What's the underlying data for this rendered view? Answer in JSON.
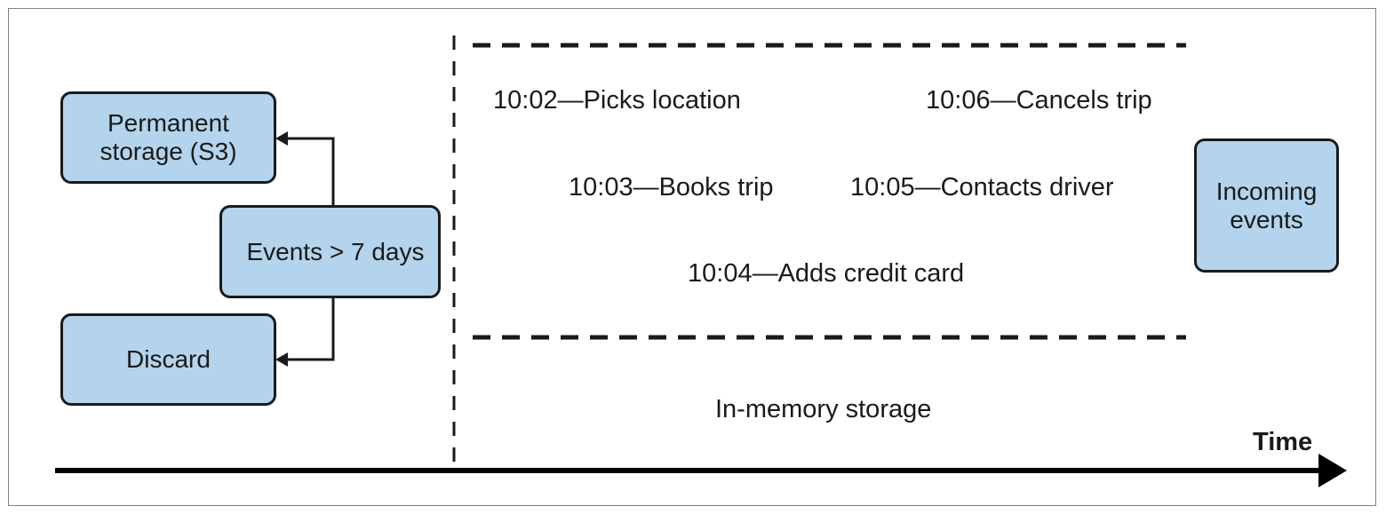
{
  "boxes": {
    "permanent": "Permanent\nstorage (S3)",
    "events_over": "Events > 7 days",
    "discard": "Discard",
    "incoming": "Incoming\nevents"
  },
  "events": {
    "e1002": "10:02—Picks location",
    "e1006": "10:06—Cancels trip",
    "e1003": "10:03—Books trip",
    "e1005": "10:05—Contacts driver",
    "e1004": "10:04—Adds credit card"
  },
  "in_memory_label": "In-memory storage",
  "time_axis_label": "Time",
  "colors": {
    "box_fill": "#b3d4ec",
    "stroke": "#1a1a1a"
  }
}
